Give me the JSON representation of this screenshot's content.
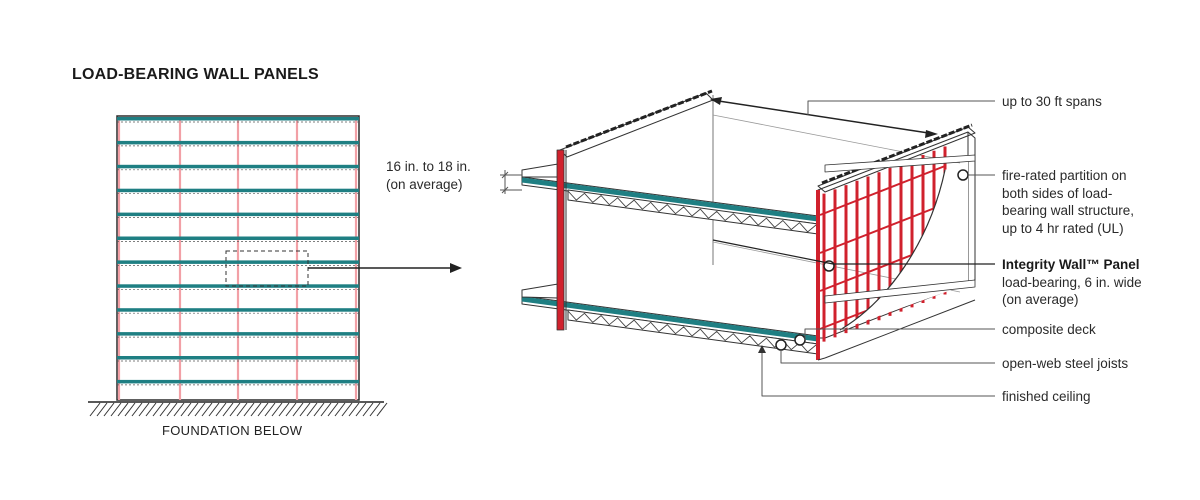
{
  "title": "LOAD-BEARING WALL PANELS",
  "foundation": "FOUNDATION BELOW",
  "colors": {
    "floor_slab": "#1f7f83",
    "stud_red": "#d0212d",
    "stud_pink": "#f2a0a6",
    "line": "#333333"
  },
  "labels": {
    "spans": "up to 30 ft spans",
    "spacing_line1": "16 in. to 18 in.",
    "spacing_line2": "(on average)",
    "partition_line1": "fire-rated partition on",
    "partition_line2": "both sides of load-",
    "partition_line3": "bearing wall structure,",
    "partition_line4": "up to 4 hr rated (UL)",
    "panel_title": "Integrity Wall™ Panel",
    "panel_line2": "load-bearing, 6 in. wide",
    "panel_line3": "(on average)",
    "deck": "composite deck",
    "joists": "open-web steel joists",
    "ceiling": "finished ceiling"
  }
}
